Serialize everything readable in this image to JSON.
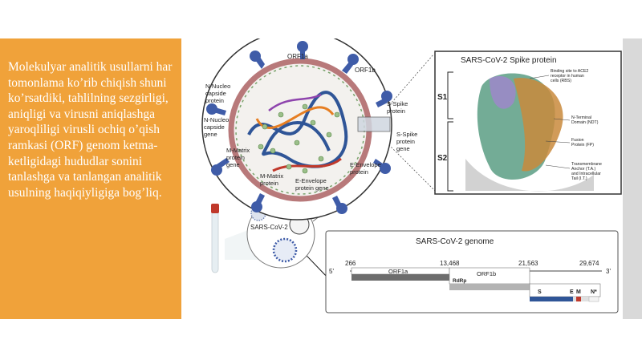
{
  "slide": {
    "body_text": "Molekulyar analitik usullarni har tomonlama ko’rib chiqish shuni ko’rsatdiki, tahlilning sezgirligi, aniqligi va virusni aniqlashga yaroqliligi virusli ochiq o’qish ramkasi (ORF) genom ketma-ketligidagi hududlar sonini tanlashga va tanlangan analitik usulning haqiqiyligiga bog’liq."
  },
  "virion": {
    "labels": {
      "orf1a": "ORF1a",
      "orf1b": "ORF1b",
      "n_capside_protein_1": "N-Nucleo",
      "n_capside_protein_2": "capside",
      "n_capside_protein_3": "protein",
      "n_capside_gene_1": "N-Nucleo",
      "n_capside_gene_2": "capside",
      "n_capside_gene_3": "gene",
      "m_protein_gene_1": "M-Matrix",
      "m_protein_gene_2": "protein",
      "m_protein_gene_3": "gene",
      "m_protein_1": "M-Matrix",
      "m_protein_2": "protein",
      "e_protein_gene_1": "E-Envelope",
      "e_protein_gene_2": "protein gene",
      "e_protein_1": "E-Envelope",
      "e_protein_2": "protein",
      "s_protein_1": "S-Spike",
      "s_protein_2": "protein",
      "s_gene_1": "S-Spike",
      "s_gene_2": "protein",
      "s_gene_3": "gene"
    },
    "small_label": "SARS-CoV-2"
  },
  "spike": {
    "title": "SARS-CoV-2 Spike protein",
    "s1": "S1",
    "s2": "S2",
    "rbs_1": "Binding site to ACE2",
    "rbs_2": "receptor in human",
    "rbs_3": "cells (RBS)",
    "ntd_1": "N-Terminal",
    "ntd_2": "Domain (NDT)",
    "fp_1": "Fusion",
    "fp_2": "Protein (FP)",
    "tm_1": "Transmembrane",
    "tm_2": "Anchor (T.A.)",
    "tm_3": "and Intracellular",
    "tm_4": "Tail (I.T.)"
  },
  "genome": {
    "title": "SARS-CoV-2 genome",
    "five_prime": "5'",
    "three_prime": "3'",
    "pos_1": "266",
    "pos_2": "13,468",
    "pos_3": "21,563",
    "pos_4": "29,674",
    "orf1a": "ORF1a",
    "orf1b": "ORF1b",
    "rdrp": "RdRp",
    "s": "S",
    "e": "E",
    "m": "M",
    "n": "N*"
  },
  "colors": {
    "panel": "#f0a23a",
    "spike_blue": "#3f5ca8",
    "membrane": "#b8797a",
    "genome_blue": "#2f5597",
    "genome_red": "#c0392b"
  }
}
